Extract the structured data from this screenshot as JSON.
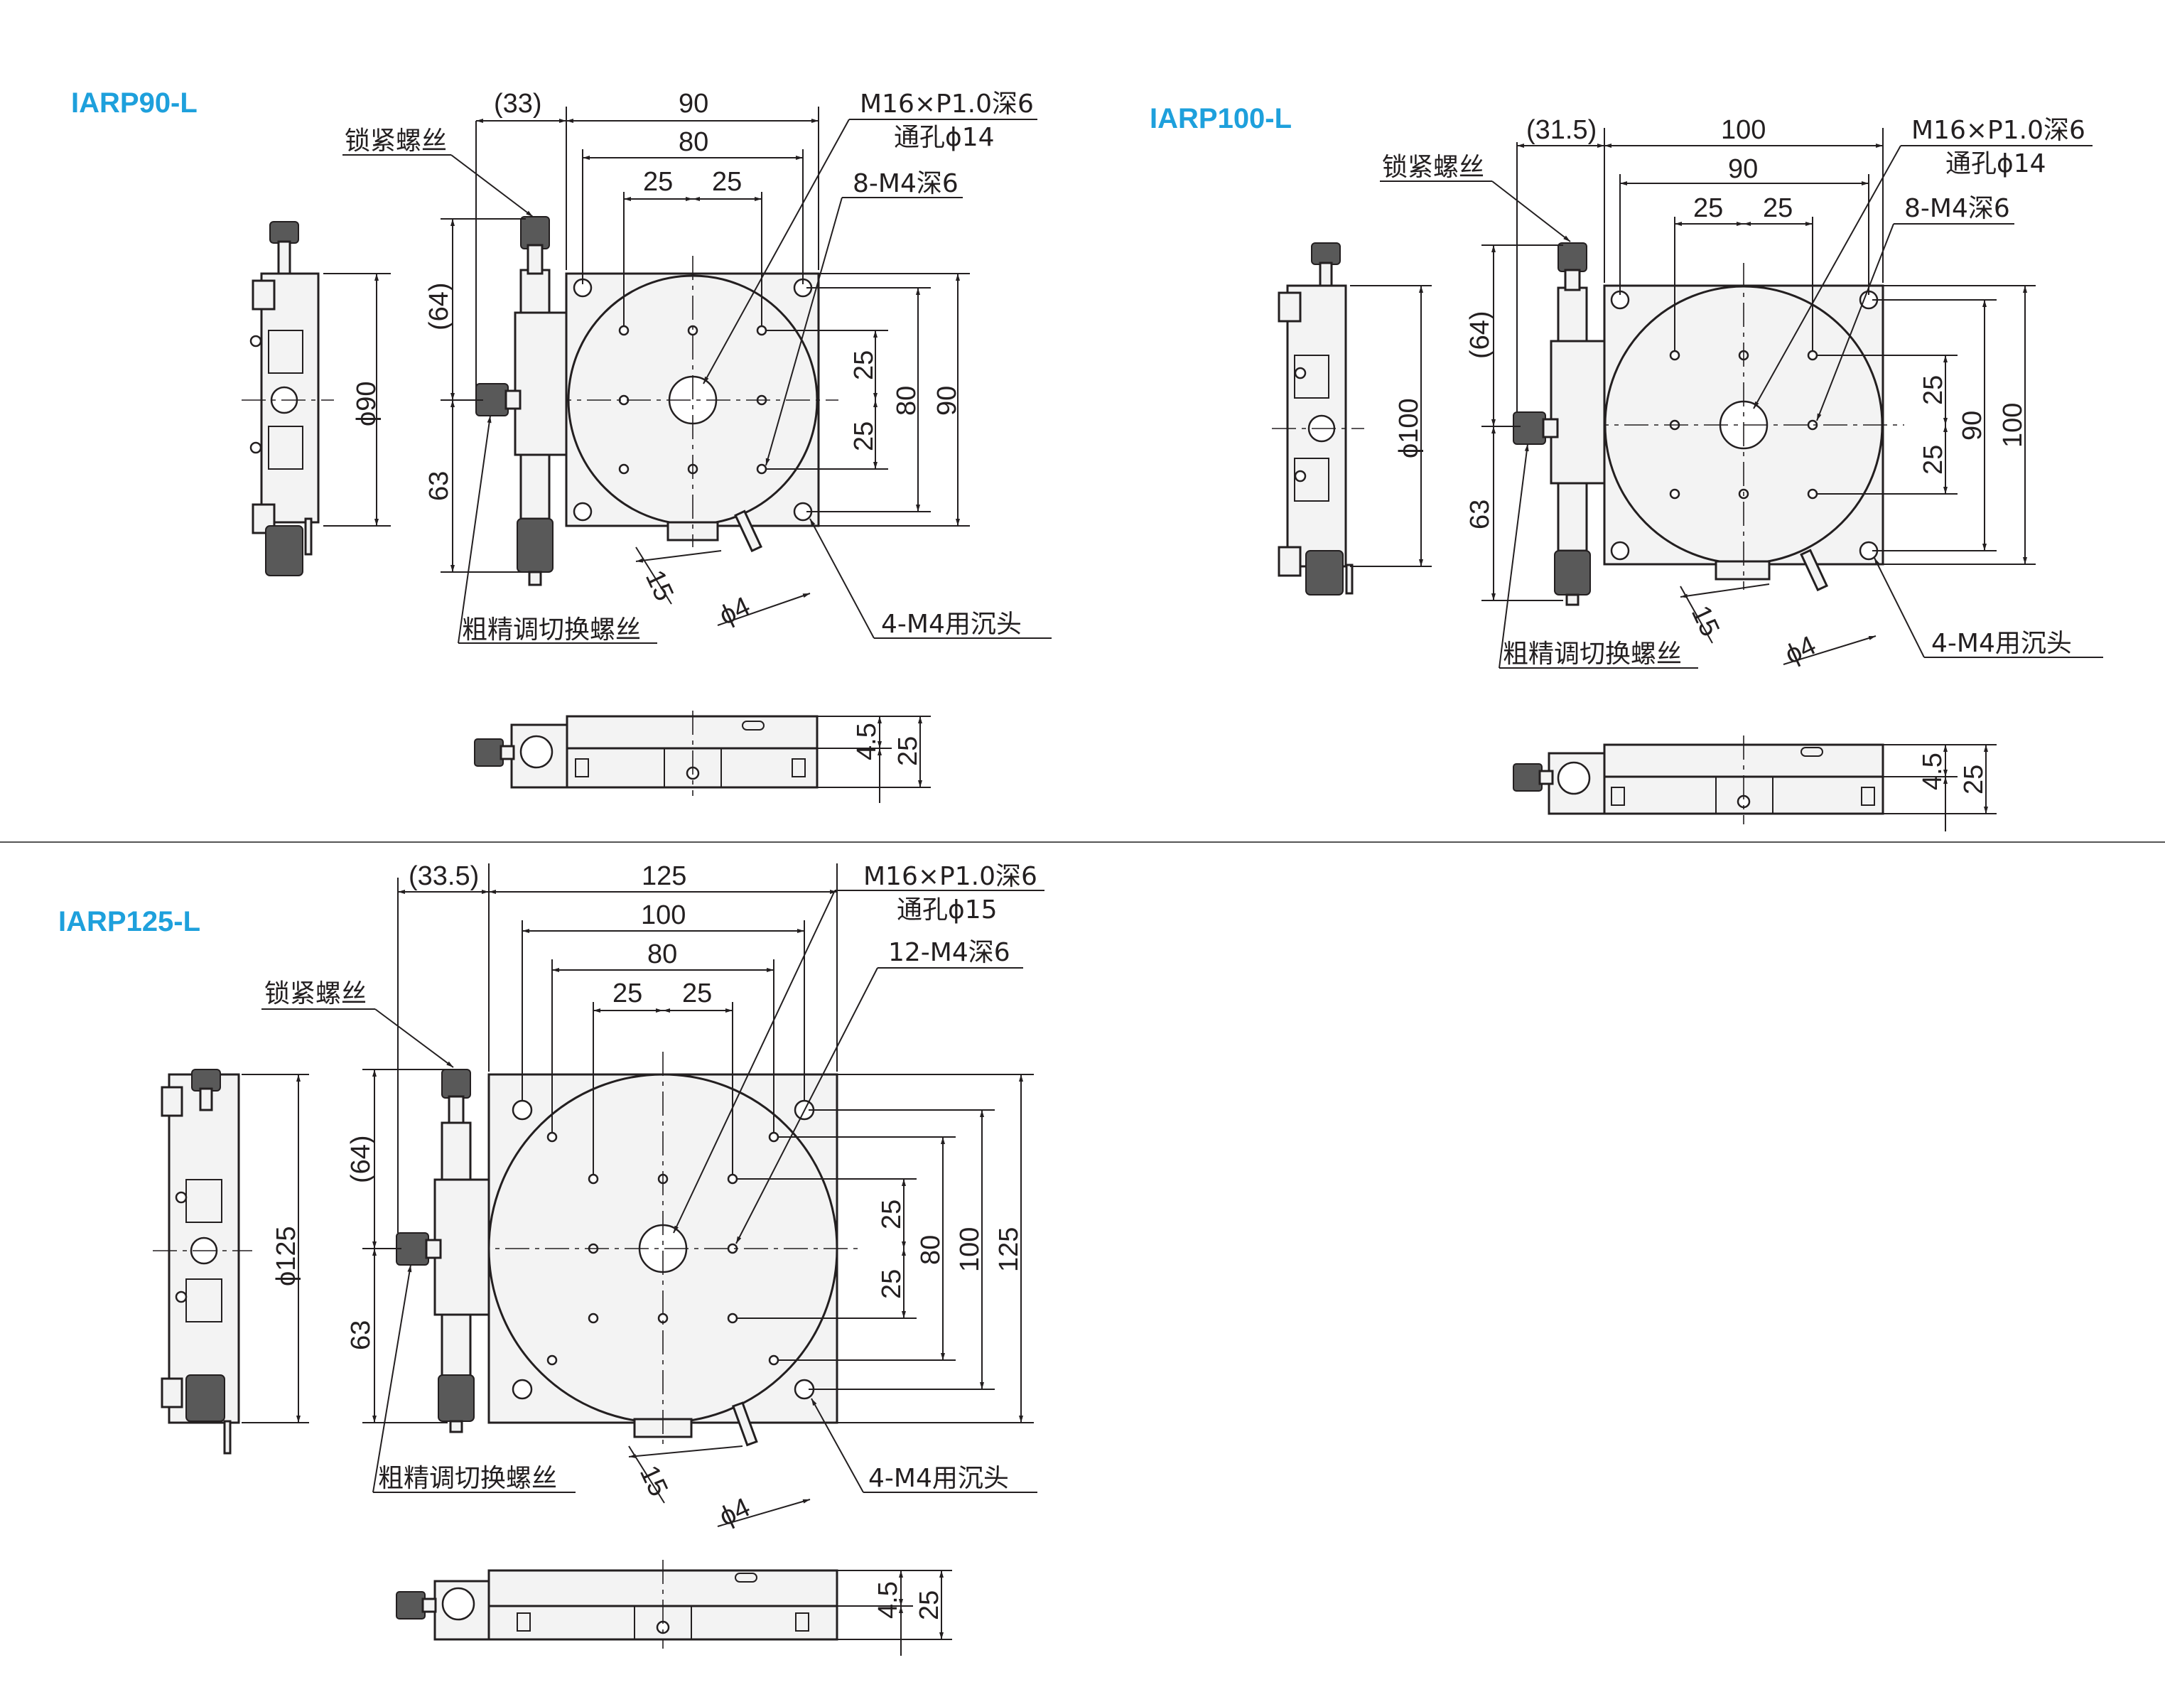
{
  "products": [
    {
      "id": "IARP90-L",
      "title": "IARP90-L",
      "lock_screw_label": "锁紧螺丝",
      "switch_screw_label": "粗精调切换螺丝",
      "center_hole_label": "M16×P1.0深6",
      "through_hole_label": "通孔ϕ14",
      "tapped_holes_label": "8-M4深6",
      "counterbore_label": "4-M4用沉头",
      "top_dims": {
        "offset": "(33)",
        "width": "90",
        "inner": "80",
        "pitch_left": "25",
        "pitch_right": "25"
      },
      "side_dims": {
        "upper": "(64)",
        "lower": "63"
      },
      "right_dims": {
        "pitch_upper": "25",
        "pitch_lower": "25",
        "inner": "80",
        "outer": "90"
      },
      "diameter_label": "ϕ90",
      "bottom_dims": {
        "angle_offset": "15",
        "pin_diameter": "ϕ4"
      },
      "front_dims": {
        "small": "4.5",
        "height": "25"
      }
    },
    {
      "id": "IARP100-L",
      "title": "IARP100-L",
      "lock_screw_label": "锁紧螺丝",
      "switch_screw_label": "粗精调切换螺丝",
      "center_hole_label": "M16×P1.0深6",
      "through_hole_label": "通孔ϕ14",
      "tapped_holes_label": "8-M4深6",
      "counterbore_label": "4-M4用沉头",
      "top_dims": {
        "offset": "(31.5)",
        "width": "100",
        "inner": "90",
        "pitch_left": "25",
        "pitch_right": "25"
      },
      "side_dims": {
        "upper": "(64)",
        "lower": "63"
      },
      "right_dims": {
        "pitch_upper": "25",
        "pitch_lower": "25",
        "inner": "90",
        "outer": "100"
      },
      "diameter_label": "ϕ100",
      "bottom_dims": {
        "angle_offset": "15",
        "pin_diameter": "ϕ4"
      },
      "front_dims": {
        "small": "4.5",
        "height": "25"
      }
    },
    {
      "id": "IARP125-L",
      "title": "IARP125-L",
      "lock_screw_label": "锁紧螺丝",
      "switch_screw_label": "粗精调切换螺丝",
      "center_hole_label": "M16×P1.0深6",
      "through_hole_label": "通孔ϕ15",
      "tapped_holes_label": "12-M4深6",
      "counterbore_label": "4-M4用沉头",
      "top_dims": {
        "offset": "(33.5)",
        "width": "125",
        "inner": "100",
        "inner2": "80",
        "pitch_left": "25",
        "pitch_right": "25"
      },
      "side_dims": {
        "upper": "(64)",
        "lower": "63"
      },
      "right_dims": {
        "pitch_upper": "25",
        "pitch_lower": "25",
        "inner2": "80",
        "inner": "100",
        "outer": "125"
      },
      "diameter_label": "ϕ125",
      "bottom_dims": {
        "angle_offset": "15",
        "pin_diameter": "ϕ4"
      },
      "front_dims": {
        "small": "4.5",
        "height": "25"
      }
    }
  ]
}
